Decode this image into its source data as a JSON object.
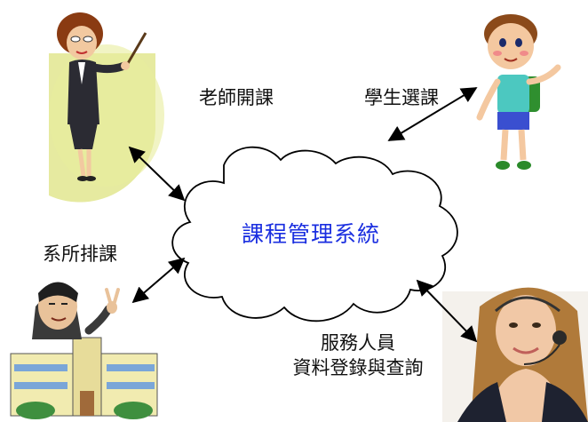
{
  "center": {
    "label": "課程管理系統"
  },
  "actors": {
    "teacher": {
      "label": "老師開課",
      "icon": "teacher-with-pointer-icon"
    },
    "student": {
      "label": "學生選課",
      "icon": "student-with-backpack-icon"
    },
    "department": {
      "label": "系所排課",
      "icon": "administrator-with-building-icon"
    },
    "staff": {
      "line1": "服務人員",
      "line2": "資料登錄與查詢",
      "icon": "headset-operator-icon"
    }
  },
  "colors": {
    "center_text": "#1a2ee0",
    "cloud_stroke": "#000000",
    "teacher_backdrop": "#e6eaa0",
    "arrow": "#000000"
  }
}
